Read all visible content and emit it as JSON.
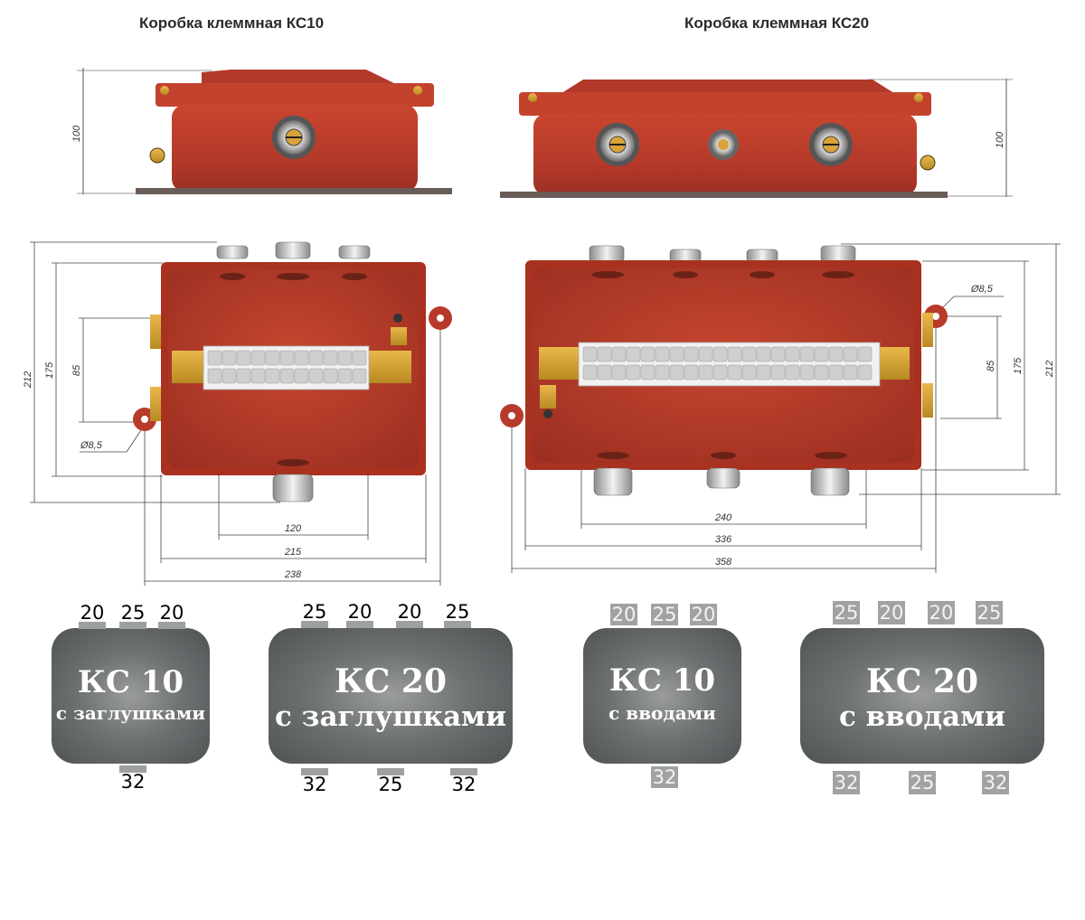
{
  "titles": {
    "left": "Коробка клеммная КС10",
    "right": "Коробка клеммная КС20"
  },
  "dimensions": {
    "ks10": {
      "height": "100",
      "h212": "212",
      "h175": "175",
      "h85": "85",
      "w120": "120",
      "w215": "215",
      "w238": "238",
      "hole": "Ø8,5"
    },
    "ks20": {
      "height": "100",
      "h212": "212",
      "h175": "175",
      "h85": "85",
      "w240": "240",
      "w336": "336",
      "w358": "358",
      "hole": "Ø8,5"
    }
  },
  "colors": {
    "box_red": "#b83a2a",
    "badge_grey": "#5b5f60",
    "tab_grey": "#a0a2a3"
  },
  "badges": [
    {
      "title": "КС 10",
      "subtitle": "с заглушками",
      "top": [
        "20",
        "25",
        "20"
      ],
      "bottom": [
        "32"
      ]
    },
    {
      "title": "КС 20",
      "subtitle": "с заглушками",
      "top": [
        "25",
        "20",
        "20",
        "25"
      ],
      "bottom": [
        "32",
        "25",
        "32"
      ]
    },
    {
      "title": "КС 10",
      "subtitle": "с вводами",
      "top": [
        "20",
        "25",
        "20"
      ],
      "bottom": [
        "32"
      ]
    },
    {
      "title": "КС 20",
      "subtitle": "с вводами",
      "top": [
        "25",
        "20",
        "20",
        "25"
      ],
      "bottom": [
        "32",
        "25",
        "32"
      ]
    }
  ]
}
